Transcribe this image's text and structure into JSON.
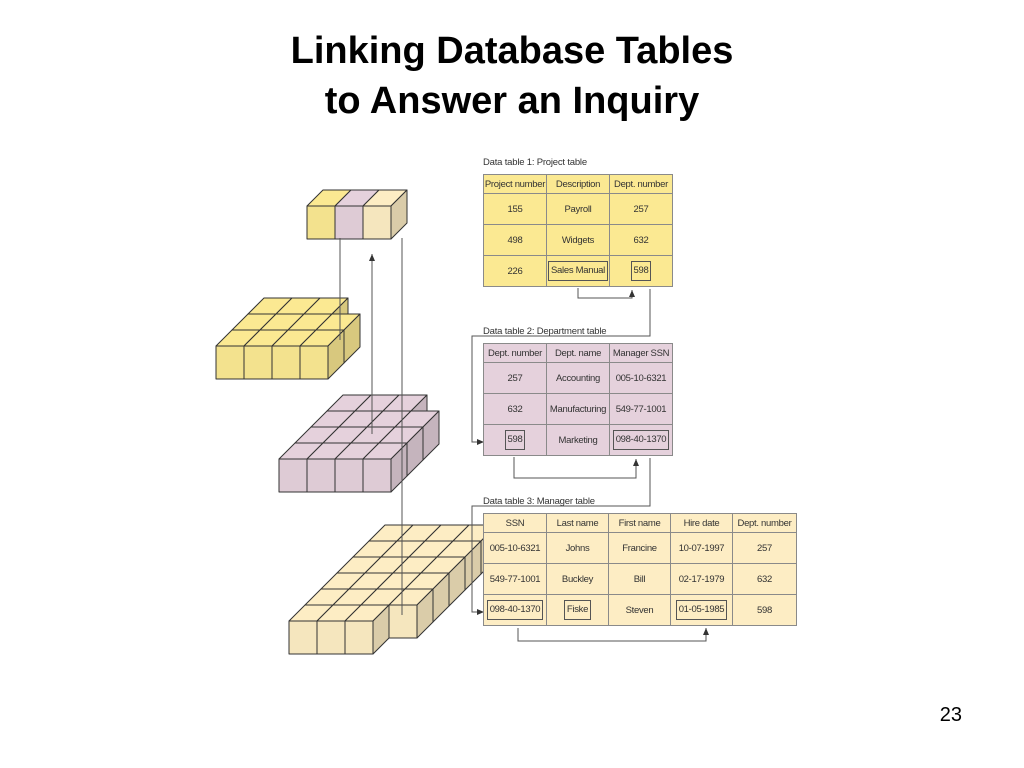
{
  "slide": {
    "title_line1": "Linking Database Tables",
    "title_line2": "to Answer an Inquiry",
    "page_number": "23"
  },
  "colors": {
    "project_table": "#fbe992",
    "department_table": "#e5d1dc",
    "manager_table": "#fdedc4"
  },
  "tables": {
    "project": {
      "caption": "Data table 1: Project table",
      "headers": [
        "Project number",
        "Description",
        "Dept. number"
      ],
      "rows": [
        [
          "155",
          "Payroll",
          "257"
        ],
        [
          "498",
          "Widgets",
          "632"
        ],
        [
          "226",
          "Sales Manual",
          "598"
        ]
      ]
    },
    "department": {
      "caption": "Data table 2: Department table",
      "headers": [
        "Dept. number",
        "Dept. name",
        "Manager SSN"
      ],
      "rows": [
        [
          "257",
          "Accounting",
          "005-10-6321"
        ],
        [
          "632",
          "Manufacturing",
          "549-77-1001"
        ],
        [
          "598",
          "Marketing",
          "098-40-1370"
        ]
      ]
    },
    "manager": {
      "caption": "Data table 3: Manager table",
      "headers": [
        "SSN",
        "Last name",
        "First name",
        "Hire date",
        "Dept. number"
      ],
      "rows": [
        [
          "005-10-6321",
          "Johns",
          "Francine",
          "10-07-1997",
          "257"
        ],
        [
          "549-77-1001",
          "Buckley",
          "Bill",
          "02-17-1979",
          "632"
        ],
        [
          "098-40-1370",
          "Fiske",
          "Steven",
          "01-05-1985",
          "598"
        ]
      ]
    }
  }
}
